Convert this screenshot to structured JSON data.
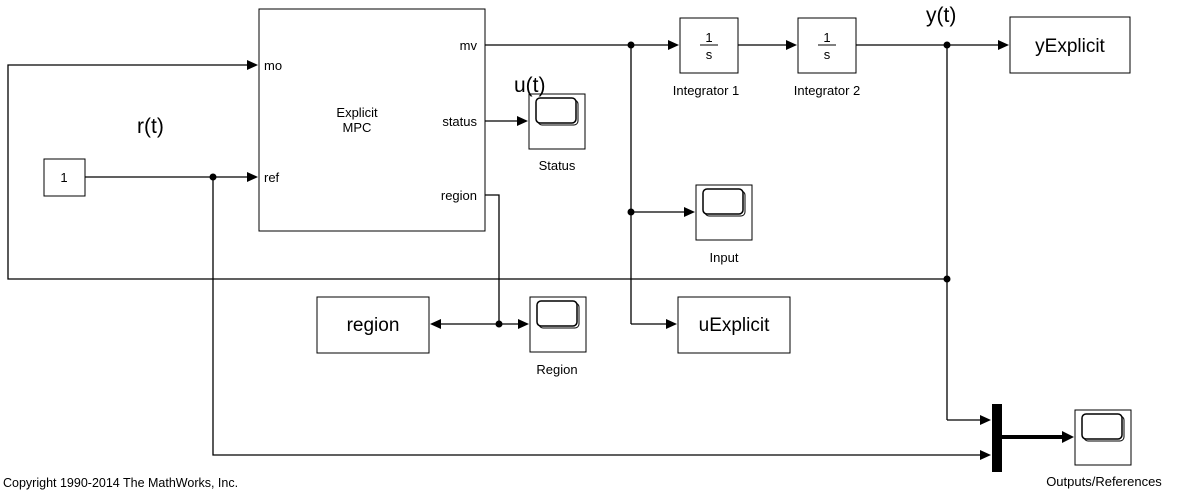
{
  "mpc_block": {
    "title_line1": "Explicit",
    "title_line2": "MPC",
    "port_mo": "mo",
    "port_ref": "ref",
    "port_mv": "mv",
    "port_status": "status",
    "port_region": "region"
  },
  "signals": {
    "reference": "r(t)",
    "input": "u(t)",
    "output": "y(t)"
  },
  "constant_block": {
    "value": "1"
  },
  "integrator1": {
    "numerator": "1",
    "denominator": "s",
    "label": "Integrator 1"
  },
  "integrator2": {
    "numerator": "1",
    "denominator": "s",
    "label": "Integrator 2"
  },
  "workspace_blocks": {
    "y_explicit": "yExplicit",
    "u_explicit": "uExplicit",
    "region": "region"
  },
  "scopes": {
    "status": "Status",
    "input": "Input",
    "region": "Region",
    "outputs": "Outputs/References"
  },
  "footer": {
    "copyright": "Copyright 1990-2014 The MathWorks, Inc."
  }
}
